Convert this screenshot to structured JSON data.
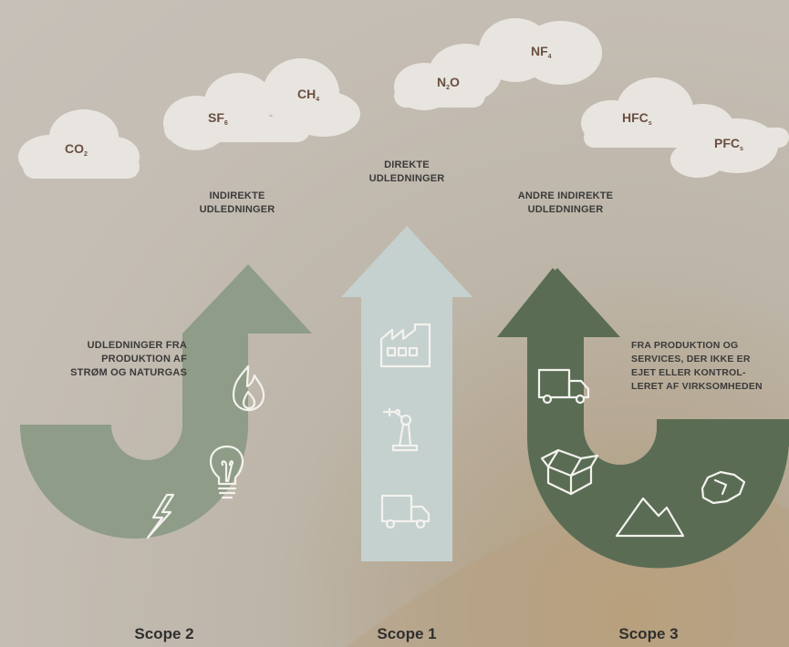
{
  "colors": {
    "scope2_arrow": "#8e9c88",
    "scope1_arrow": "#c5d1cf",
    "scope3_arrow": "#5a6d54",
    "cloud": "#e8e5e0",
    "gas_text": "#6a5040"
  },
  "clouds": [
    {
      "id": "co2",
      "formula": "CO",
      "sub": "2"
    },
    {
      "id": "sf6",
      "formula": "SF",
      "sub": "6"
    },
    {
      "id": "ch4",
      "formula": "CH",
      "sub": "4"
    },
    {
      "id": "n2o_a",
      "formula": "N",
      "sub": "2",
      "rest": "O"
    },
    {
      "id": "nf4",
      "formula": "NF",
      "sub": "4"
    },
    {
      "id": "hfcs",
      "formula": "HFC",
      "sub": "s"
    },
    {
      "id": "pfcs",
      "formula": "PFC",
      "sub": "s"
    }
  ],
  "scope2": {
    "heading": [
      "INDIREKTE",
      "UDLEDNINGER"
    ],
    "description": [
      "UDLEDNINGER FRA",
      "PRODUKTION AF",
      "STRØM OG NATURGAS"
    ],
    "title": "Scope 2",
    "icons": [
      "flame-icon",
      "lightbulb-icon",
      "lightning-icon"
    ]
  },
  "scope1": {
    "heading": [
      "DIREKTE",
      "UDLEDNINGER"
    ],
    "title": "Scope 1",
    "icons": [
      "factory-icon",
      "robot-arm-icon",
      "truck-icon"
    ]
  },
  "scope3": {
    "heading": [
      "ANDRE INDIREKTE",
      "UDLEDNINGER"
    ],
    "description": [
      "FRA PRODUKTION OG",
      "SERVICES, DER IKKE ER",
      "EJET ELLER KONTROL-",
      "LERET AF VIRKSOMHEDEN"
    ],
    "title": "Scope 3",
    "icons": [
      "truck-icon",
      "box-icon",
      "mountain-icon",
      "rock-icon"
    ]
  }
}
